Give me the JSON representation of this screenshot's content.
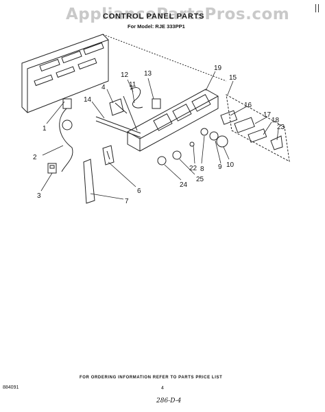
{
  "watermark": "AppliancePartsPros.com",
  "title": "CONTROL PANEL PARTS",
  "model": "For Model: RJE 333PP1",
  "callouts": [
    "1",
    "2",
    "3",
    "4",
    "6",
    "7",
    "8",
    "9",
    "10",
    "11",
    "12",
    "13",
    "14",
    "15",
    "16",
    "17",
    "18",
    "19",
    "22",
    "23",
    "24",
    "25"
  ],
  "footer_note": "FOR ORDERING INFORMATION REFER TO PARTS PRICE LIST",
  "doc_code": "884091",
  "page_number": "4",
  "handwritten_code": "286-D-4"
}
